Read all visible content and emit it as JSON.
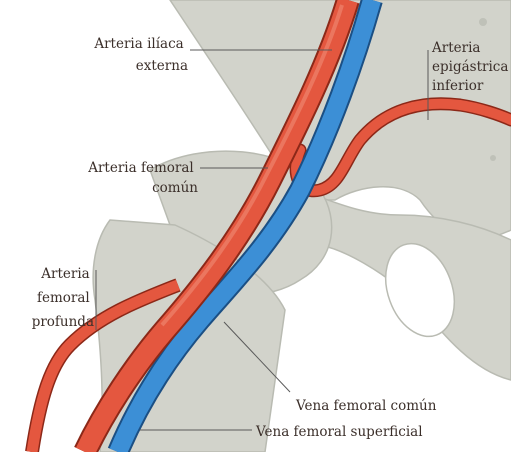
{
  "labels": {
    "arteria_iliaca_externa": [
      "Arteria ilíaca",
      "externa"
    ],
    "arteria_epigastrica_inferior": [
      "Arteria",
      "epigástrica",
      "inferior"
    ],
    "arteria_femoral_comun": [
      "Arteria femoral",
      "común"
    ],
    "arteria_femoral_profunda": [
      "Arteria",
      "femoral",
      "profunda"
    ],
    "vena_femoral_comun": "Vena femoral común",
    "vena_femoral_superficial": "Vena femoral superficial"
  },
  "colors": {
    "background": "#ffffff",
    "bone": "#d2d3cb",
    "bone_dark": "#b9bbb2",
    "artery": "#e4573f",
    "artery_outline": "#8c2818",
    "vein": "#3c8fd6",
    "vein_outline": "#1b4f84",
    "label_text": "#3b2f2a",
    "leader_line": "#5a5a5a"
  }
}
